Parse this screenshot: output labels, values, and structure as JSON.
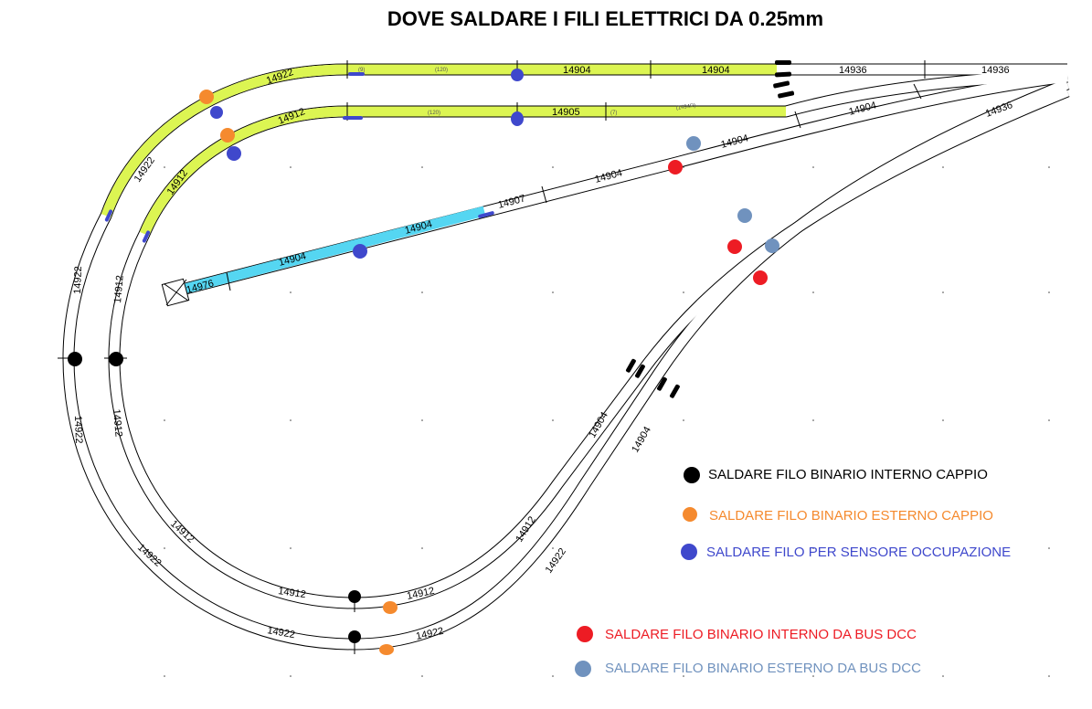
{
  "title": "DOVE SALDARE I FILI ELETTRICI DA 0.25mm",
  "colors": {
    "track_highlight_green": "#dcf552",
    "track_highlight_cyan": "#55d6f2",
    "black": "#000000",
    "orange": "#f58a2e",
    "blue": "#3f48cc",
    "red": "#ed1c24",
    "grayblue": "#7092be"
  },
  "track_labels": [
    "14922",
    "14922",
    "14922",
    "14922",
    "14922",
    "14922",
    "14922",
    "14922",
    "14912",
    "14912",
    "14912",
    "14912",
    "14912",
    "14912",
    "14912",
    "14912",
    "14904",
    "14904",
    "14936",
    "14936",
    "14905",
    "14904",
    "14904",
    "14904",
    "14907",
    "14904",
    "14904",
    "14976",
    "14936",
    "14904",
    "14904"
  ],
  "small_labels": [
    "(9)",
    "(120)",
    "(120)",
    "(7)",
    "(1494R)"
  ],
  "legend": [
    {
      "label": "SALDARE FILO BINARIO INTERNO CAPPIO",
      "color": "#000000"
    },
    {
      "label": "SALDARE FILO BINARIO ESTERNO CAPPIO",
      "color": "#f58a2e"
    },
    {
      "label": "SALDARE FILO PER SENSORE OCCUPAZIONE",
      "color": "#3f48cc"
    },
    {
      "label": "SALDARE FILO BINARIO INTERNO DA BUS DCC",
      "color": "#ed1c24"
    },
    {
      "label": "SALDARE FILO BINARIO ESTERNO DA BUS DCC",
      "color": "#7092be"
    }
  ]
}
